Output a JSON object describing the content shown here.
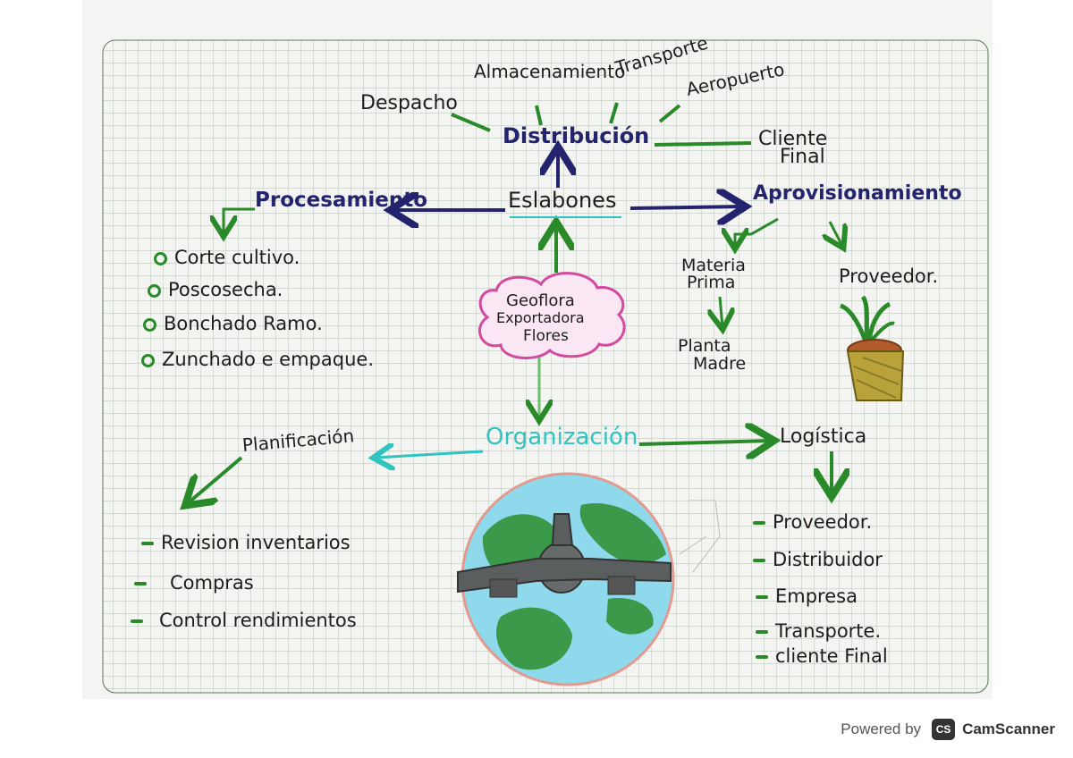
{
  "center": {
    "line1": "Geoflora",
    "line2": "Exportadora",
    "line3": "Flores"
  },
  "eslabones": "Eslabones",
  "distribucion": {
    "title": "Distribución",
    "items": [
      "Almacenamiento",
      "Transporte",
      "Aeropuerto",
      "Despacho",
      "Cliente",
      "Final"
    ]
  },
  "procesamiento": {
    "title": "Procesamiento",
    "items": [
      "Corte cultivo.",
      "Poscosecha.",
      "Bonchado Ramo.",
      "Zunchado e empaque."
    ]
  },
  "aprovisionamiento": {
    "title": "Aprovisionamiento",
    "materia": [
      "Materia",
      "Prima"
    ],
    "planta": [
      "Planta",
      "Madre"
    ],
    "proveedor": "Proveedor."
  },
  "organizacion": "Organización",
  "planificacion": {
    "title": "Planificación",
    "items": [
      "Revision inventarios",
      "Compras",
      "Control rendimientos"
    ]
  },
  "logistica": {
    "title": "Logística",
    "items": [
      "Proveedor.",
      "Distribuidor",
      "Empresa",
      "Transporte.",
      "cliente Final"
    ]
  },
  "footer": {
    "powered": "Powered by",
    "brand": "CamScanner",
    "brand_icon": "CS"
  },
  "colors": {
    "green": "#2a8a2a",
    "navy": "#23236e",
    "teal": "#2fc4c0",
    "pink": "#d44aa0"
  }
}
